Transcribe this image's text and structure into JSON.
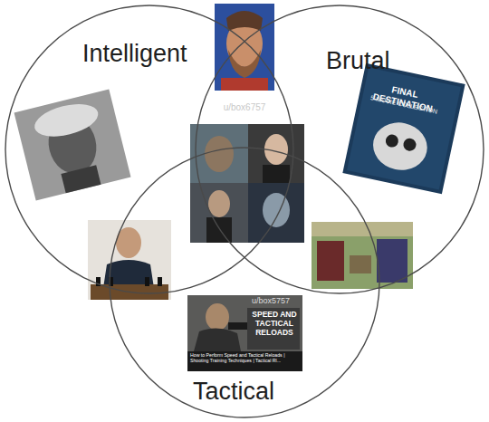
{
  "diagram": {
    "nodes": [
      {
        "text": [
          "Intelligent"
        ]
      },
      {
        "text": [
          "Brutal"
        ]
      },
      {
        "text": [
          "Tactical"
        ]
      }
    ],
    "labels": [
      "u/box6757",
      "FINAL DESTINATION",
      "5-MOVIE COLLECTION",
      "u/box5757",
      "SPEED AND TACTICAL RELOADS",
      "How to Perform Speed and Tactical Reloads | Shooting Training Techniques | Tactical Rl..."
    ]
  }
}
